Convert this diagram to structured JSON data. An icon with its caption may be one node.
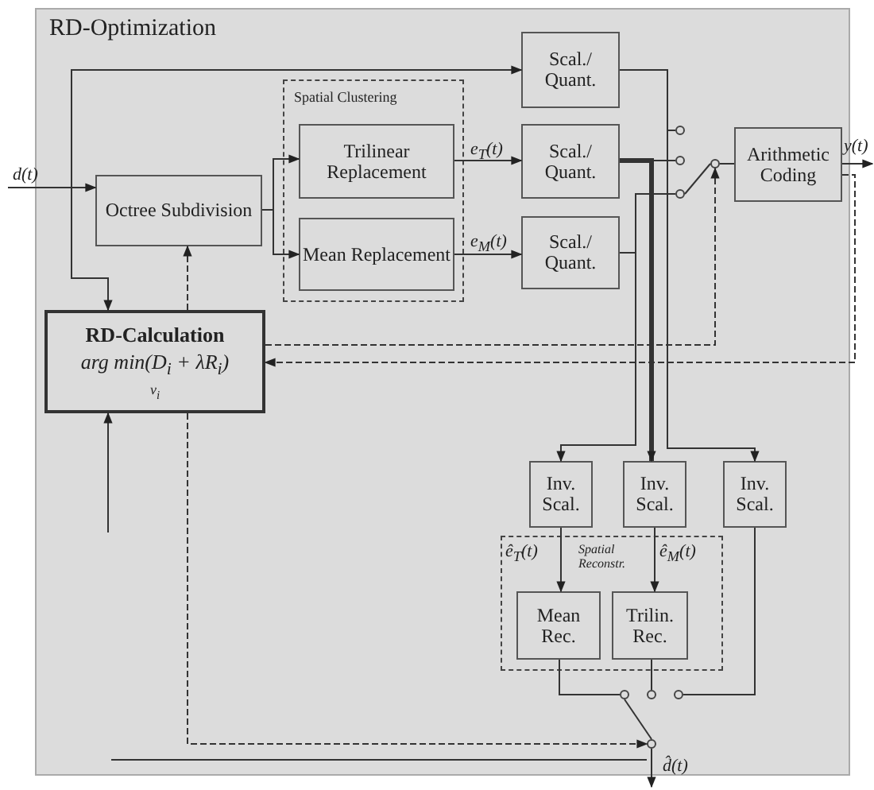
{
  "diagram": {
    "nodes": [
      {
        "text": [
          "RD-Optimization"
        ]
      },
      {
        "text": [
          "Octree Subdivision"
        ],
        "in": 0
      },
      {
        "text": [
          "Spatial Clustering"
        ],
        "in": 0
      },
      {
        "text": [
          "Trilinear Replacement"
        ],
        "in": 2
      },
      {
        "text": [
          "Mean Replacement"
        ],
        "in": 2
      },
      {
        "text": [
          "Scal./ Quant."
        ],
        "in": 0
      },
      {
        "text": [
          "Scal./ Quant."
        ],
        "in": 0
      },
      {
        "text": [
          "Scal./ Quant."
        ],
        "in": 0
      },
      {
        "text": [
          "Arithmetic Coding"
        ],
        "in": 0
      },
      {
        "text": [
          "RD-Calculation",
          "arg min(D$_{i}$ + λR$_{i}$)",
          "v$_{i}$"
        ],
        "in": 0
      },
      {
        "text": [
          "Inv. Scal."
        ],
        "in": 0
      },
      {
        "text": [
          "Inv. Scal."
        ],
        "in": 0
      },
      {
        "text": [
          "Inv. Scal."
        ],
        "in": 0
      },
      {
        "text": [
          "Spatial Reconstr."
        ],
        "in": 0
      },
      {
        "text": [
          "Mean Rec."
        ],
        "in": 13
      },
      {
        "text": [
          "Trilin. Rec."
        ],
        "in": 13
      },
      {
        "text": [],
        "shape": "circle",
        "in": 0
      },
      {
        "text": [],
        "shape": "circle",
        "in": 0
      },
      {
        "text": [],
        "shape": "circle",
        "in": 0
      },
      {
        "text": [],
        "shape": "circle",
        "in": 0
      },
      {
        "text": [],
        "shape": "circle",
        "in": 0
      },
      {
        "text": [],
        "shape": "circle",
        "in": 0
      },
      {
        "text": [],
        "shape": "circle",
        "in": 0
      },
      {
        "text": [],
        "shape": "circle",
        "in": 0
      }
    ],
    "edges": [
      {
        "from": null,
        "to": 1,
        "arrow": "to",
        "label": "d(t)"
      },
      {
        "from": null,
        "to": 5,
        "arrow": "to"
      },
      {
        "from": null,
        "to": 9,
        "arrow": "to"
      },
      {
        "from": 1,
        "to": 3,
        "arrow": "to"
      },
      {
        "from": 1,
        "to": 4,
        "arrow": "to"
      },
      {
        "from": 3,
        "to": 6,
        "arrow": "to",
        "label": "e$_{T}$(t)"
      },
      {
        "from": 4,
        "to": 7,
        "arrow": "to",
        "label": "e$_{M}$(t)"
      },
      {
        "from": 5,
        "to": 16,
        "arrow": "none"
      },
      {
        "from": 6,
        "to": 17,
        "arrow": "none"
      },
      {
        "from": 7,
        "to": 18,
        "arrow": "none"
      },
      {
        "from": 19,
        "to": 8,
        "arrow": "none"
      },
      {
        "from": 8,
        "to": null,
        "arrow": "to",
        "label": "y(t)"
      },
      {
        "from": 8,
        "to": 9,
        "arrow": "to",
        "style": "dashed"
      },
      {
        "from": 9,
        "to": 19,
        "arrow": "to",
        "style": "dashed"
      },
      {
        "from": 9,
        "to": 1,
        "arrow": "to",
        "style": "dashed"
      },
      {
        "from": null,
        "to": 9,
        "arrow": "to"
      },
      {
        "from": 9,
        "to": 23,
        "arrow": "to",
        "style": "dashed"
      },
      {
        "from": 7,
        "to": 10,
        "arrow": "to"
      },
      {
        "from": 6,
        "to": 11,
        "arrow": "to",
        "style": "thick"
      },
      {
        "from": 5,
        "to": 12,
        "arrow": "to"
      },
      {
        "from": 10,
        "to": 14,
        "arrow": "to",
        "label": "ê$_{T}$(t)"
      },
      {
        "from": 11,
        "to": 15,
        "arrow": "to",
        "label": "ê$_{M}$(t)"
      },
      {
        "from": 14,
        "to": 20,
        "arrow": "none"
      },
      {
        "from": 15,
        "to": 21,
        "arrow": "none"
      },
      {
        "from": 12,
        "to": 22,
        "arrow": "none"
      },
      {
        "from": 23,
        "to": null,
        "arrow": "to",
        "label": "d̂(t)"
      },
      {
        "from": 18,
        "to": 19,
        "arrow": "none"
      },
      {
        "from": 20,
        "to": 23,
        "arrow": "none"
      }
    ]
  }
}
